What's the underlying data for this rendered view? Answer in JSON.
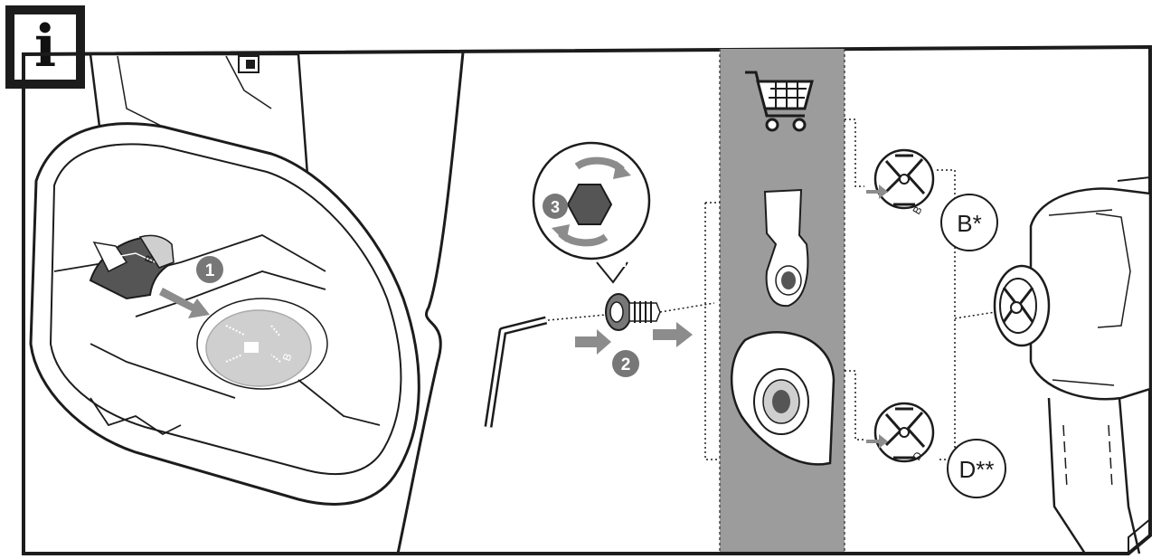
{
  "info_badge": {
    "glyph": "i",
    "icon": "info-icon"
  },
  "steps": [
    {
      "number": "1"
    },
    {
      "number": "2"
    },
    {
      "number": "3"
    }
  ],
  "part_markings": {
    "small": "B",
    "small_b": "B",
    "small_d": "D"
  },
  "callouts": {
    "b": "B*",
    "d": "D**"
  },
  "icons": {
    "cart": "shopping-cart-icon",
    "hex": "hex-bolt-icon",
    "rotate": "rotate-arrows-icon",
    "allen_key": "allen-key-icon"
  },
  "colors": {
    "line": "#1c1c1c",
    "panel_gray": "#9c9c9c",
    "step_circle": "#777777",
    "arrow_gray": "#8c8c8c",
    "adapter_fill": "#cfcfcf",
    "part_dark": "#555555"
  }
}
